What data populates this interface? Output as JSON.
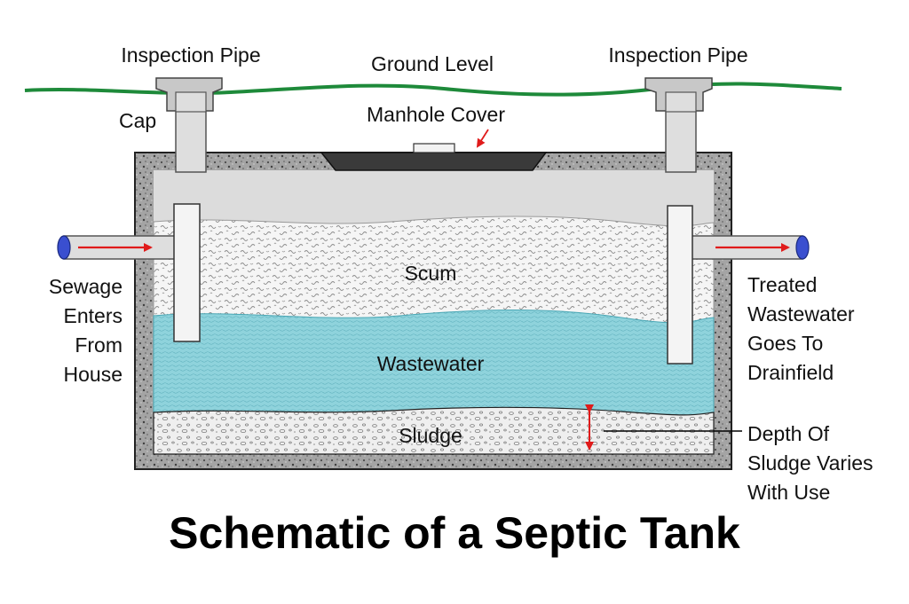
{
  "title": "Schematic of a Septic Tank",
  "labels": {
    "inspection_pipe_left": "Inspection Pipe",
    "inspection_pipe_right": "Inspection Pipe",
    "ground_level": "Ground Level",
    "cap": "Cap",
    "manhole_cover": "Manhole Cover",
    "scum": "Scum",
    "wastewater": "Wastewater",
    "sludge": "Sludge",
    "sewage_enters": [
      "Sewage",
      "Enters",
      "From",
      "House"
    ],
    "treated_wastewater": [
      "Treated",
      "Wastewater",
      "Goes To",
      "Drainfield"
    ],
    "depth_of_sludge": [
      "Depth Of",
      "Sludge Varies",
      "With Use"
    ]
  },
  "colors": {
    "ground_line": "#1e8a3a",
    "concrete": "#9a9a9a",
    "air_space": "#dcdcdc",
    "scum": "#f4f4f4",
    "wastewater": "#8fd3dc",
    "sludge": "#eeeeee",
    "pipe": "#dedede",
    "arrow": "#e01b1b",
    "pipe_end": "#3a4fd0",
    "manhole": "#3a3a3a"
  }
}
